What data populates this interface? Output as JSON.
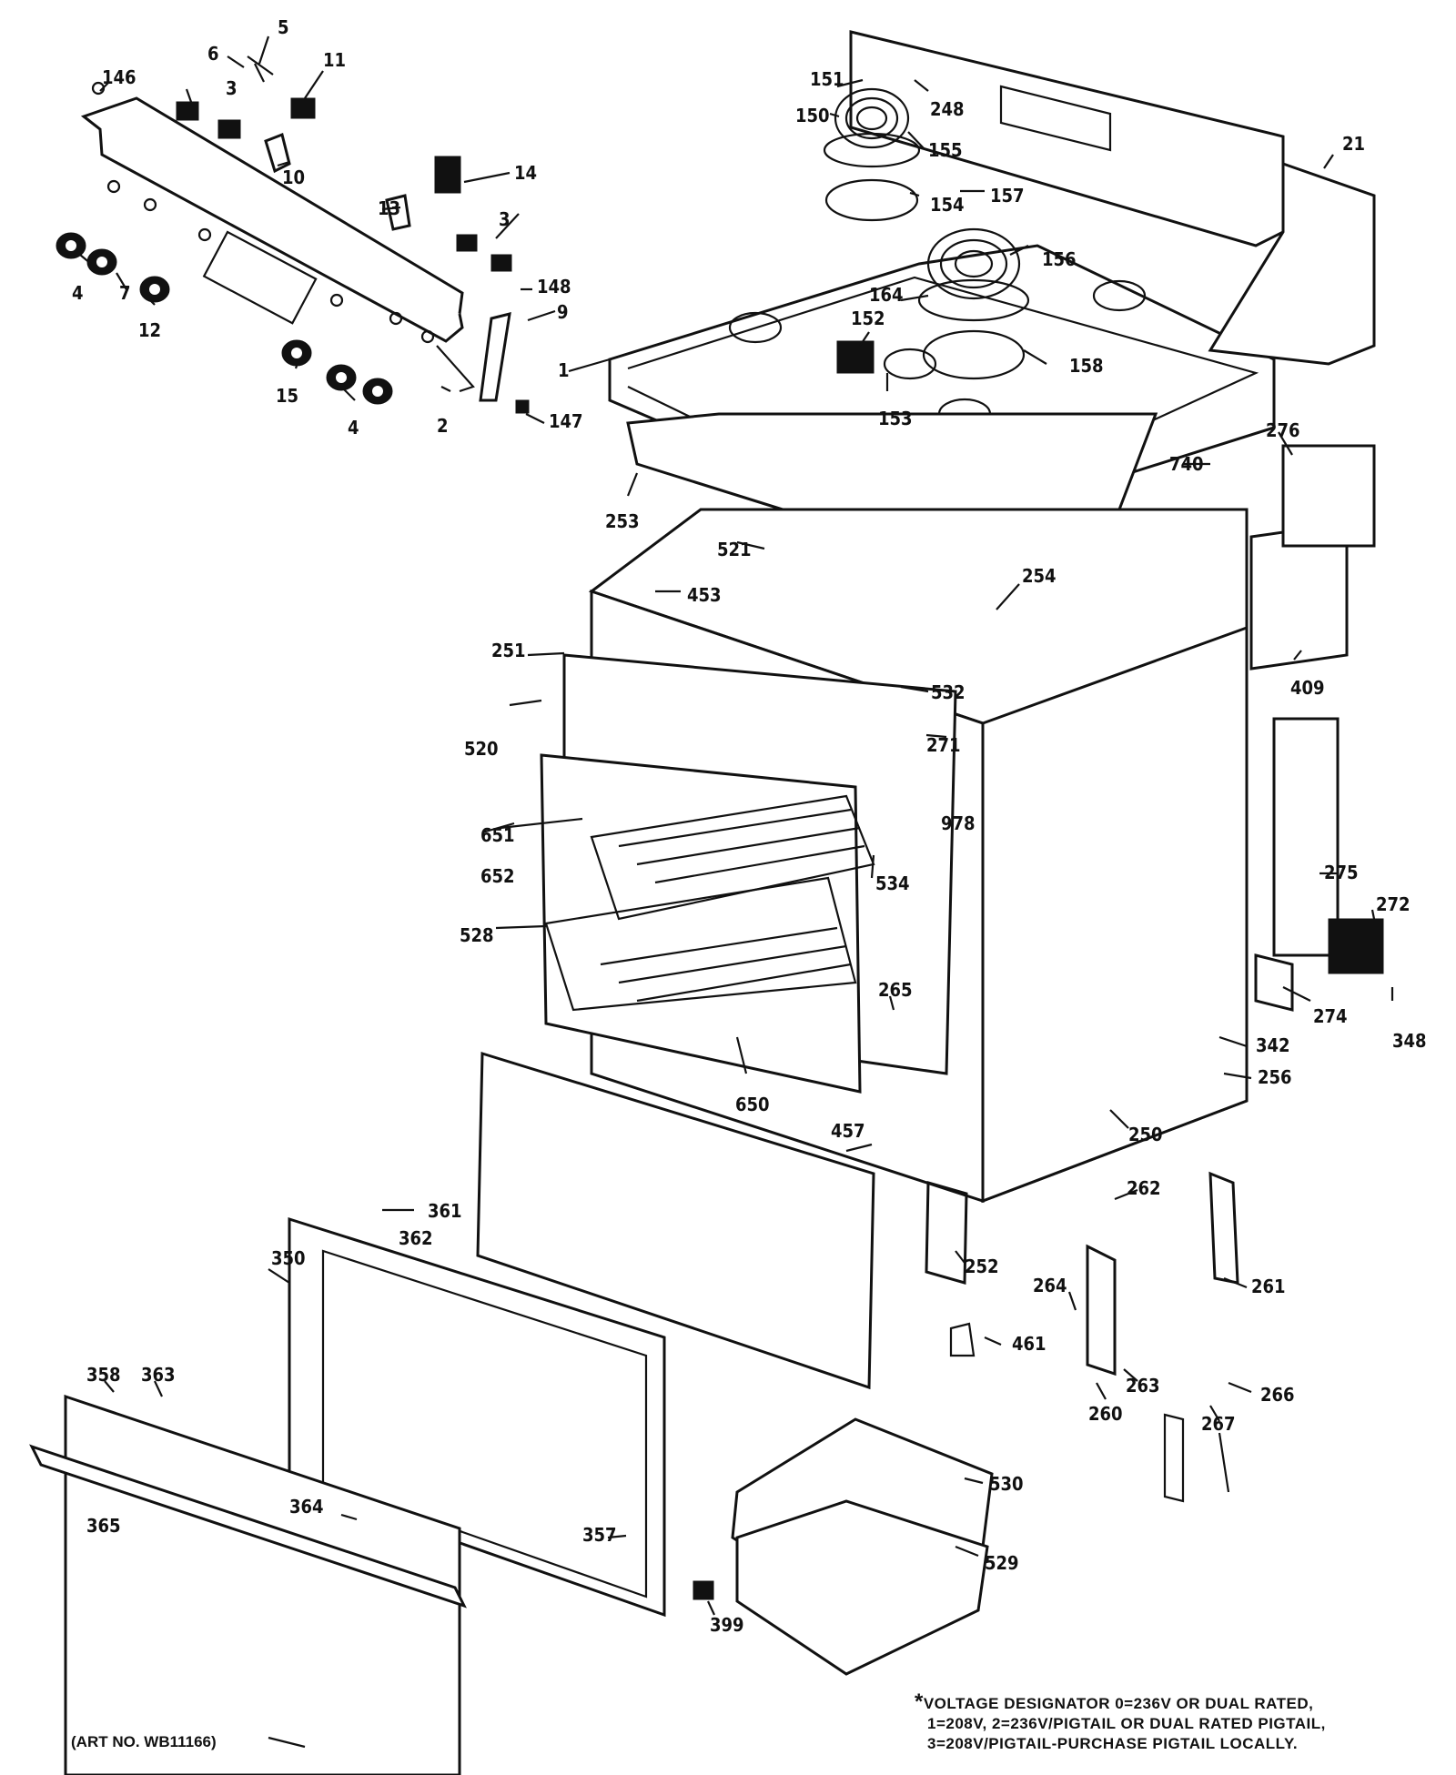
{
  "diagram": {
    "part_labels": [
      "5",
      "6",
      "146",
      "3",
      "11",
      "10",
      "14",
      "13",
      "3",
      "4",
      "7",
      "12",
      "148",
      "9",
      "2",
      "15",
      "4",
      "147",
      "151",
      "248",
      "150",
      "155",
      "157",
      "154",
      "156",
      "164",
      "152",
      "158",
      "153",
      "1",
      "21",
      "253",
      "276",
      "740",
      "521",
      "254",
      "453",
      "409",
      "251",
      "532",
      "520",
      "271",
      "978",
      "651",
      "652",
      "534",
      "528",
      "275",
      "272",
      "265",
      "274",
      "348",
      "342",
      "256",
      "650",
      "457",
      "250",
      "361",
      "362",
      "262",
      "350",
      "252",
      "261",
      "264",
      "461",
      "263",
      "266",
      "260",
      "267",
      "358",
      "363",
      "530",
      "365",
      "364",
      "357",
      "529",
      "399"
    ],
    "voltage_note": {
      "asterisk": "*",
      "lines": [
        "VOLTAGE DESIGNATOR 0=236V OR DUAL RATED,",
        "1=208V, 2=236V/PIGTAIL OR DUAL RATED PIGTAIL,",
        "3=208V/PIGTAIL-PURCHASE PIGTAIL LOCALLY."
      ]
    },
    "art_number": "(ART NO. WB11166)"
  }
}
